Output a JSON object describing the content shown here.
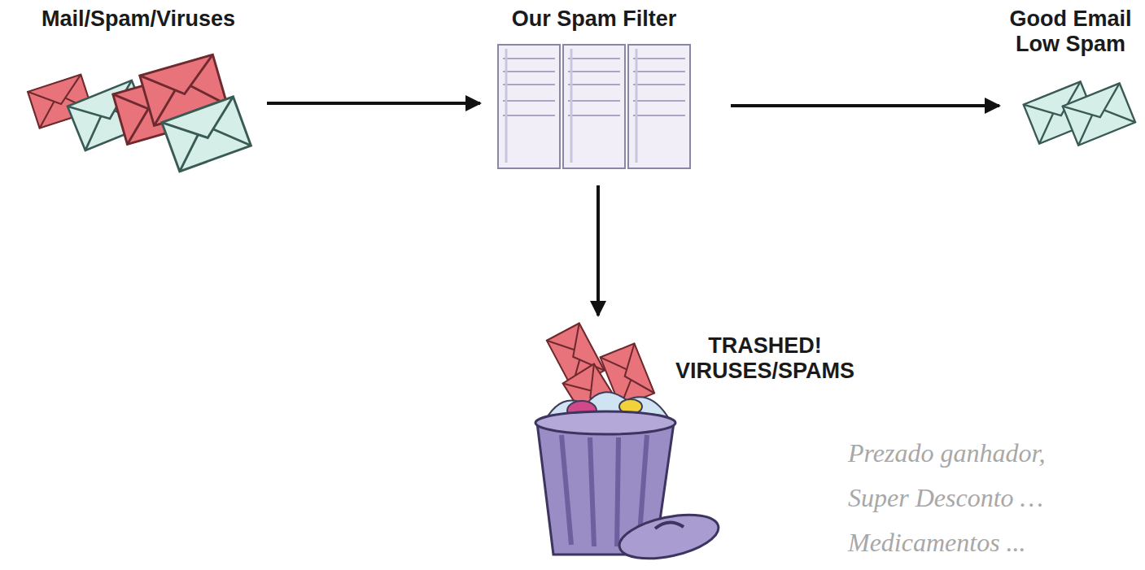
{
  "diagram": {
    "nodes": [
      {
        "text": [
          "Mail/Spam/Viruses"
        ]
      },
      {
        "text": [
          "Our Spam Filter"
        ]
      },
      {
        "text": [
          "Good Email Low Spam"
        ]
      },
      {
        "text": [
          "TRASHED! VIRUSES/SPAMS"
        ]
      }
    ],
    "edges": [
      {
        "from": 0,
        "to": 1,
        "arrow": "to"
      },
      {
        "from": 1,
        "to": 2,
        "arrow": "to"
      },
      {
        "from": 1,
        "to": 3,
        "arrow": "to"
      }
    ],
    "labels": [
      "Prezado ganhador,",
      "Super Desconto …",
      "Medicamentos ..."
    ]
  }
}
